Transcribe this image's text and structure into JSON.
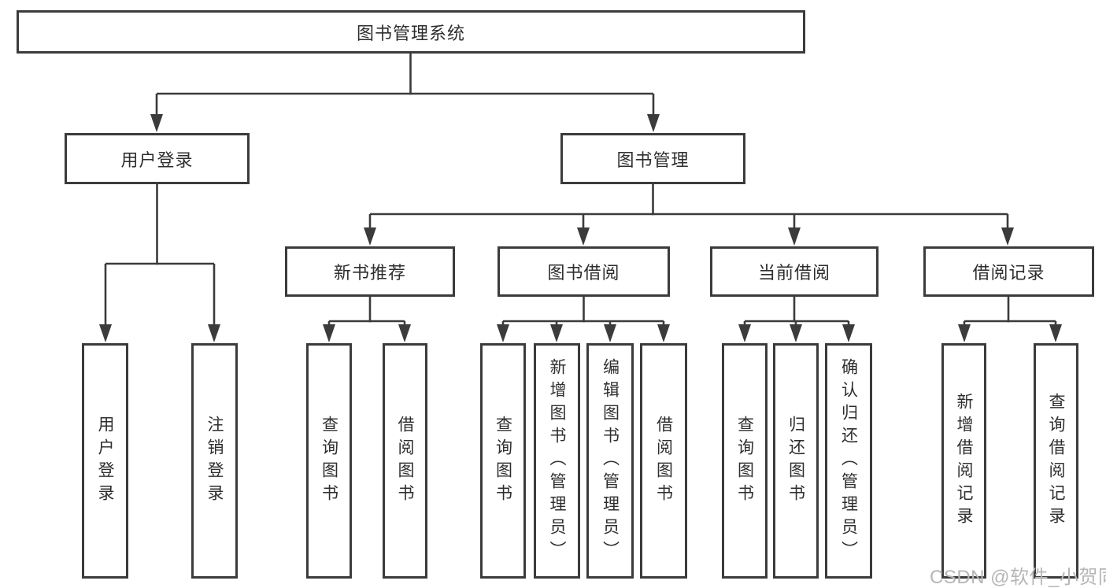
{
  "diagram": {
    "root": {
      "label": "图书管理系统"
    },
    "level2": [
      {
        "label": "用户登录"
      },
      {
        "label": "图书管理"
      }
    ],
    "level3": [
      {
        "label": "新书推荐"
      },
      {
        "label": "图书借阅"
      },
      {
        "label": "当前借阅"
      },
      {
        "label": "借阅记录"
      }
    ],
    "leaves": {
      "user_login": [
        {
          "label": "用户登录"
        },
        {
          "label": "注销登录"
        }
      ],
      "new_book_recommend": [
        {
          "label": "查询图书"
        },
        {
          "label": "借阅图书"
        }
      ],
      "book_borrowing": [
        {
          "label": "查询图书"
        },
        {
          "label": "新增图书（管理员）"
        },
        {
          "label": "编辑图书（管理员）"
        },
        {
          "label": "借阅图书"
        }
      ],
      "current_borrowing": [
        {
          "label": "查询图书"
        },
        {
          "label": "归还图书"
        },
        {
          "label": "确认归还（管理员）"
        }
      ],
      "borrowing_records": [
        {
          "label": "新增借阅记录"
        },
        {
          "label": "查询借阅记录"
        }
      ]
    },
    "watermark": "CSDN @软件_小贺同学",
    "colors": {
      "line": "#3b3b3b",
      "text": "#2e2e2e",
      "watermark_text": "#b6b6b6",
      "background": "#ffffff"
    }
  }
}
